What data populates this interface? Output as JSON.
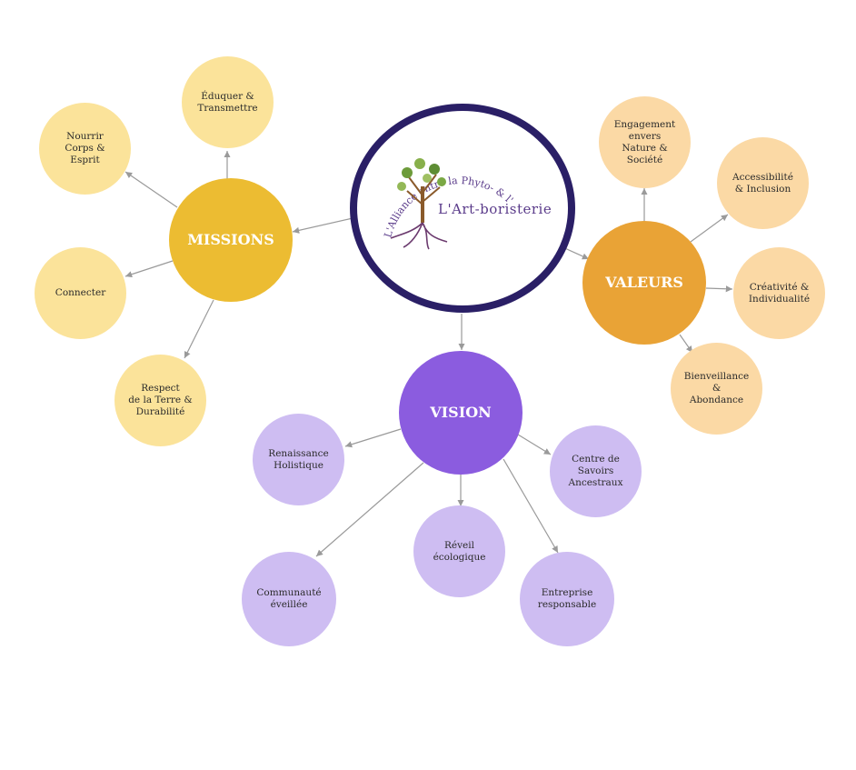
{
  "colors": {
    "missions_hub": "#ECBC32",
    "missions_leaf": "#FBE39A",
    "valeurs_hub": "#E9A336",
    "valeurs_leaf": "#FBD9A5",
    "vision_hub": "#8B5CDF",
    "vision_leaf": "#CEBDF2",
    "logo_ring": "#2A1F66",
    "connector": "#9A9A9A"
  },
  "logo": {
    "title": "L'Art-boristerie",
    "arc_text": "L'Alliance entre la Phyto- & l'Art-thérapie",
    "icon": "tree-roots-icon"
  },
  "missions": {
    "label": "MISSIONS",
    "items": [
      "Éduquer &\nTransmettre",
      "Nourrir\nCorps &\nEsprit",
      "Connecter",
      "Respect\nde la Terre &\nDurabilité"
    ]
  },
  "valeurs": {
    "label": "VALEURS",
    "items": [
      "Engagement\nenvers\nNature &\nSociété",
      "Accessibilité\n& Inclusion",
      "Créativité &\nIndividualité",
      "Bienveillance\n&\nAbondance"
    ]
  },
  "vision": {
    "label": "VISION",
    "items": [
      "Renaissance\nHolistique",
      "Communauté\néveillée",
      "Réveil\nécologique",
      "Entreprise\nresponsable",
      "Centre de\nSavoirs\nAncestraux"
    ]
  }
}
